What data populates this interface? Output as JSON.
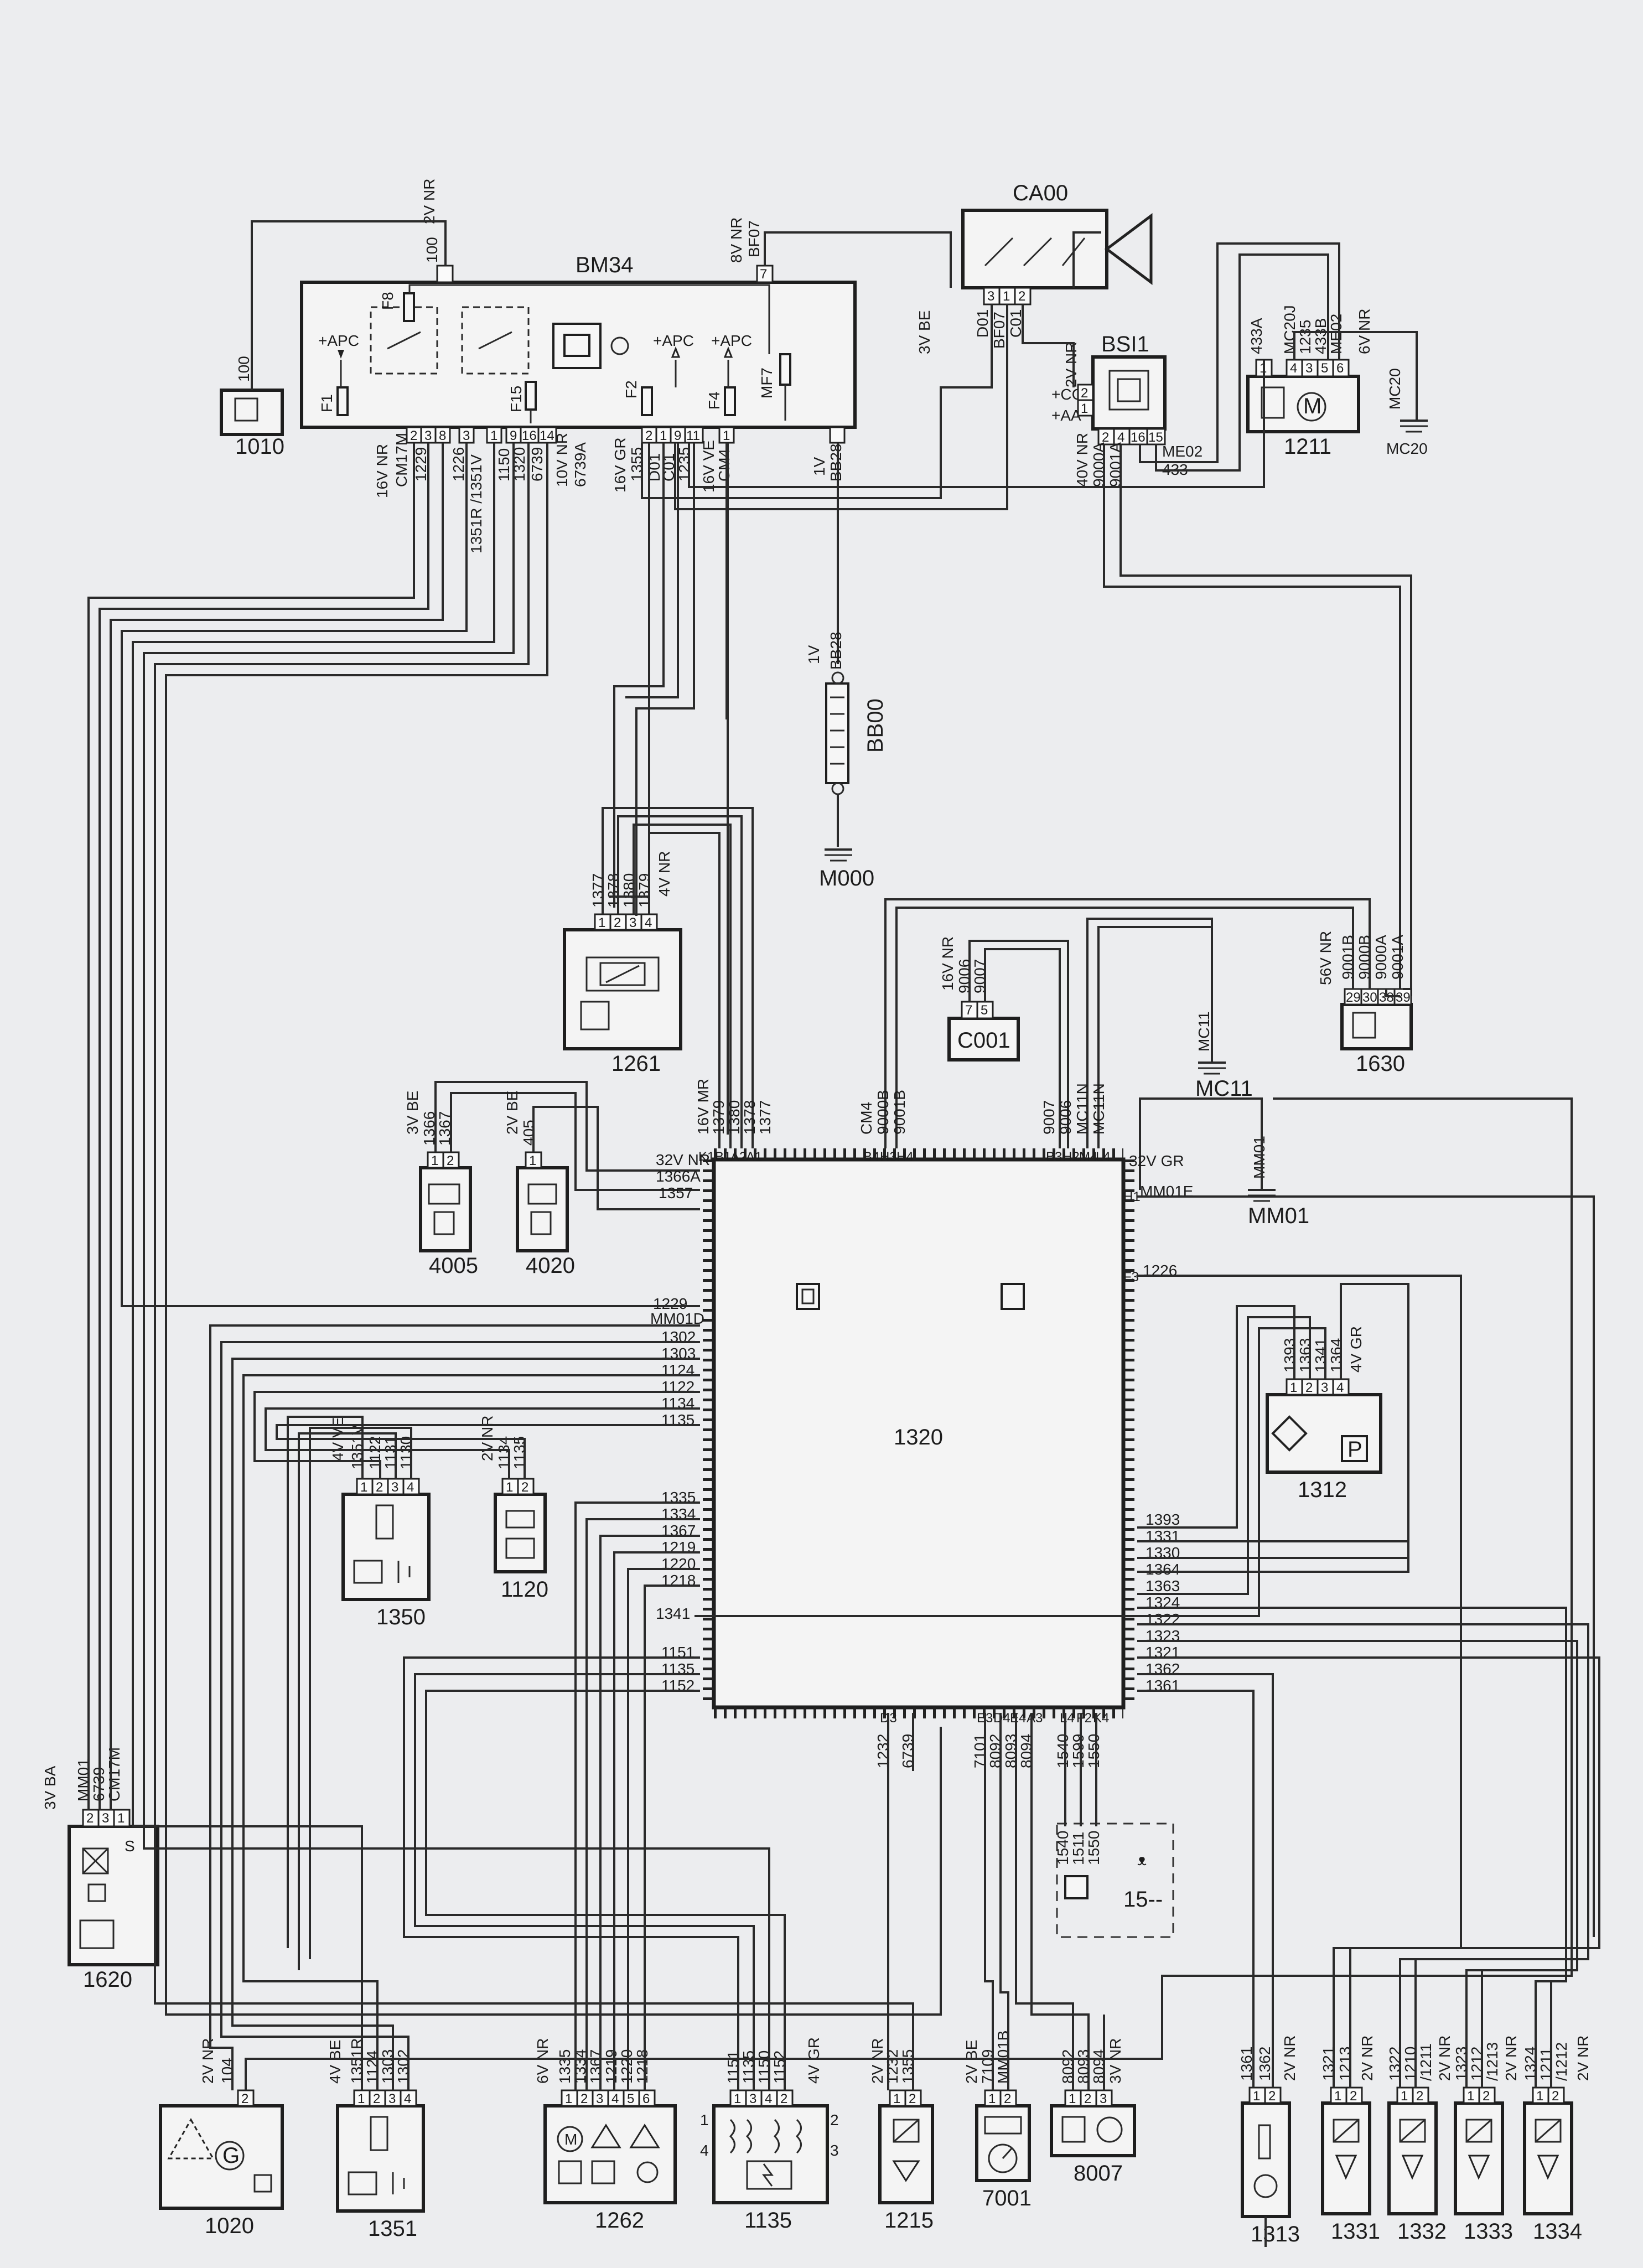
{
  "components": {
    "bm34": {
      "id": "BM34",
      "apc": "+APC",
      "apc2": "+APC",
      "apc3": "+APC",
      "f8": "F8",
      "f1": "F1",
      "f15": "F15",
      "f2": "F2",
      "f4": "F4",
      "mf7": "MF7",
      "pins": [
        "2",
        "3",
        "8",
        "3",
        "1",
        "9",
        "16",
        "14",
        "2",
        "1",
        "9",
        "11",
        "1"
      ],
      "top_conn": {
        "label": "2V NR",
        "num": "100"
      },
      "top_conn2": {
        "label": "8V NR",
        "num": "BF07",
        "pin": "7"
      },
      "bottom_wires": [
        "16V NR",
        "CM17M",
        "1229",
        "1226",
        "1351R /1351V",
        "1150",
        "1320",
        "6739",
        "10V NR",
        "6739A",
        "16V GR",
        "1355",
        "D01",
        "C01",
        "1235",
        "16V VE",
        "CM4",
        "1V",
        "BB28"
      ]
    },
    "ca00": {
      "id": "CA00",
      "pins": [
        "3",
        "1",
        "2"
      ],
      "labels": [
        "3V BE",
        "D01",
        "BF07",
        "C01"
      ]
    },
    "bsi1": {
      "id": "BSI1",
      "cc": "+CC",
      "aa": "+AA",
      "v": "2V NR",
      "pins": [
        "2",
        "4",
        "16",
        "15"
      ],
      "pins_side": [
        "2",
        "1"
      ],
      "wires": [
        "40V NR",
        "9000A",
        "9001A",
        "ME02",
        "433"
      ]
    },
    "c1211": {
      "id": "1211",
      "pins": [
        "1",
        "4",
        "3",
        "5",
        "6"
      ],
      "wires": [
        "433A",
        "MC20J",
        "1235",
        "433B",
        "ME02"
      ],
      "v": "6V NR"
    },
    "mc20": {
      "id": "MC20",
      "label": "MC20"
    },
    "c1010": {
      "id": "1010",
      "wire": "100"
    },
    "bb00": {
      "id": "BB00",
      "v": "1V",
      "wire": "BB28"
    },
    "m000": {
      "id": "M000"
    },
    "c1261": {
      "id": "1261",
      "pins": [
        "1",
        "2",
        "3",
        "4"
      ],
      "wires": [
        "1377",
        "1378",
        "1380",
        "1379"
      ],
      "v": "4V NR"
    },
    "c001": {
      "id": "C001",
      "pins": [
        "7",
        "5"
      ],
      "wires": [
        "9006",
        "9007"
      ],
      "v": "16V NR"
    },
    "mc11": {
      "id": "MC11",
      "label": "MC11"
    },
    "c1630": {
      "id": "1630",
      "pins": [
        "29",
        "30",
        "38",
        "39"
      ],
      "wires": [
        "9001B",
        "9000B",
        "9000A",
        "9001A"
      ],
      "v": "56V NR"
    },
    "mm01": {
      "id": "MM01",
      "label": "MM01"
    },
    "c4005": {
      "id": "4005",
      "v": "3V BE",
      "pins": [
        "1",
        "2"
      ],
      "wires": [
        "1366",
        "1367"
      ]
    },
    "c4020": {
      "id": "4020",
      "v": "2V BE",
      "pins": [
        "1"
      ],
      "wires": [
        "405"
      ]
    },
    "c1320": {
      "id": "1320",
      "top_pins_left": [
        "K1",
        "B1",
        "A2",
        "A1"
      ],
      "top_wires_left": [
        "16V MR",
        "1379",
        "1380",
        "1378",
        "1377"
      ],
      "top_pins_mid": [
        "B4",
        "H3",
        "H4"
      ],
      "top_wires_mid": [
        "CM4",
        "9000B",
        "9001B"
      ],
      "top_pins_right": [
        "B3",
        "H2",
        "M4",
        "L4"
      ],
      "top_wires_right": [
        "9007",
        "9006",
        "MC11N",
        "MC11N"
      ],
      "right_top": {
        "v": "32V GR",
        "pin": "H1",
        "wire": "MM01E"
      },
      "right_f3": {
        "pin": "F3",
        "wire": "1226"
      },
      "left_top": {
        "v": "32V NR",
        "wires": [
          "1366A",
          "1357"
        ],
        "pins": [
          "D4",
          "E4",
          "G4"
        ]
      },
      "left_wires": [
        "1229",
        "MM01D",
        "1302",
        "1303",
        "1124",
        "1122",
        "1134",
        "1135"
      ],
      "left_wires2": [
        "1335",
        "1334",
        "1367",
        "1219",
        "1220",
        "1218"
      ],
      "left_wires3": [
        "1341"
      ],
      "left_wires4": [
        "1151",
        "1135",
        "1152"
      ],
      "right_wires": [
        "1393",
        "1331",
        "1330",
        "1364",
        "1363",
        "1324",
        "1322",
        "1323",
        "1321",
        "1362",
        "1361"
      ],
      "bottom_pins": [
        "D3",
        "E3",
        "D4",
        "E4",
        "A3",
        "L4",
        "F2",
        "K4"
      ],
      "bottom_wires": [
        "1232",
        "6739",
        "7101",
        "8092",
        "8093",
        "8094",
        "1540",
        "1599",
        "1550"
      ]
    },
    "c1312": {
      "id": "1312",
      "pins": [
        "1",
        "2",
        "3",
        "4"
      ],
      "wires": [
        "1393",
        "1363",
        "1341",
        "1364"
      ],
      "v": "4V GR",
      "p": "P"
    },
    "c1350": {
      "id": "1350",
      "v": "4V VE",
      "pins": [
        "1",
        "2",
        "3",
        "4"
      ],
      "wires": [
        "1351V",
        "1122",
        "1131",
        "1130"
      ]
    },
    "c1120": {
      "id": "1120",
      "v": "2V NR",
      "pins": [
        "1",
        "2"
      ],
      "wires": [
        "1134",
        "1135"
      ]
    },
    "c1620": {
      "id": "1620",
      "v": "3V BA",
      "pins": [
        "2",
        "3",
        "1"
      ],
      "wires": [
        "MM01",
        "6739",
        "CM17M"
      ],
      "s": "S"
    },
    "fan": {
      "id": "15--",
      "wires": [
        "1540",
        "1511",
        "1550"
      ],
      "sym": "ᴥ"
    },
    "c1020": {
      "id": "1020",
      "v": "2V NR",
      "pin": "2",
      "wire": "104"
    },
    "c1351": {
      "id": "1351",
      "v": "4V BE",
      "pins": [
        "1",
        "2",
        "3",
        "4"
      ],
      "wires": [
        "1351R",
        "1124",
        "1303",
        "1302"
      ]
    },
    "c1262": {
      "id": "1262",
      "v": "6V NR",
      "pins": [
        "1",
        "2",
        "3",
        "4",
        "5",
        "6"
      ],
      "wires": [
        "1335",
        "1334",
        "1367",
        "1219",
        "1220",
        "1218"
      ]
    },
    "c1135": {
      "id": "1135",
      "v": "4V GR",
      "pins": [
        "1",
        "3",
        "4",
        "2"
      ],
      "wires": [
        "1151",
        "1135",
        "1150",
        "1152"
      ],
      "side": [
        "1",
        "4",
        "2",
        "3"
      ]
    },
    "c1215": {
      "id": "1215",
      "v": "2V NR",
      "pins": [
        "1",
        "2"
      ],
      "wires": [
        "1232",
        "1355"
      ]
    },
    "c7001": {
      "id": "7001",
      "v": "2V BE",
      "pins": [
        "1",
        "2"
      ],
      "wires": [
        "7109",
        "MM01B"
      ]
    },
    "c8007": {
      "id": "8007",
      "v": "3V NR",
      "pins": [
        "1",
        "2",
        "3"
      ],
      "wires": [
        "8092",
        "8093",
        "8094"
      ]
    },
    "c1313": {
      "id": "1313",
      "v": "2V NR",
      "pins": [
        "1",
        "2"
      ],
      "wires": [
        "1361",
        "1362"
      ]
    },
    "c1331": {
      "id": "1331",
      "v": "2V NR",
      "pins": [
        "1",
        "2"
      ],
      "wires": [
        "1321",
        "1213"
      ]
    },
    "c1332": {
      "id": "1332",
      "v": "2V NR",
      "pins": [
        "1",
        "2"
      ],
      "wires": [
        "1322",
        "1210",
        "/1211"
      ]
    },
    "c1333": {
      "id": "1333",
      "v": "2V NR",
      "pins": [
        "1",
        "2"
      ],
      "wires": [
        "1323",
        "1212",
        "/1213"
      ]
    },
    "c1334": {
      "id": "1334",
      "v": "2V NR",
      "pins": [
        "1",
        "2"
      ],
      "wires": [
        "1324",
        "1211",
        "/1212"
      ]
    }
  }
}
